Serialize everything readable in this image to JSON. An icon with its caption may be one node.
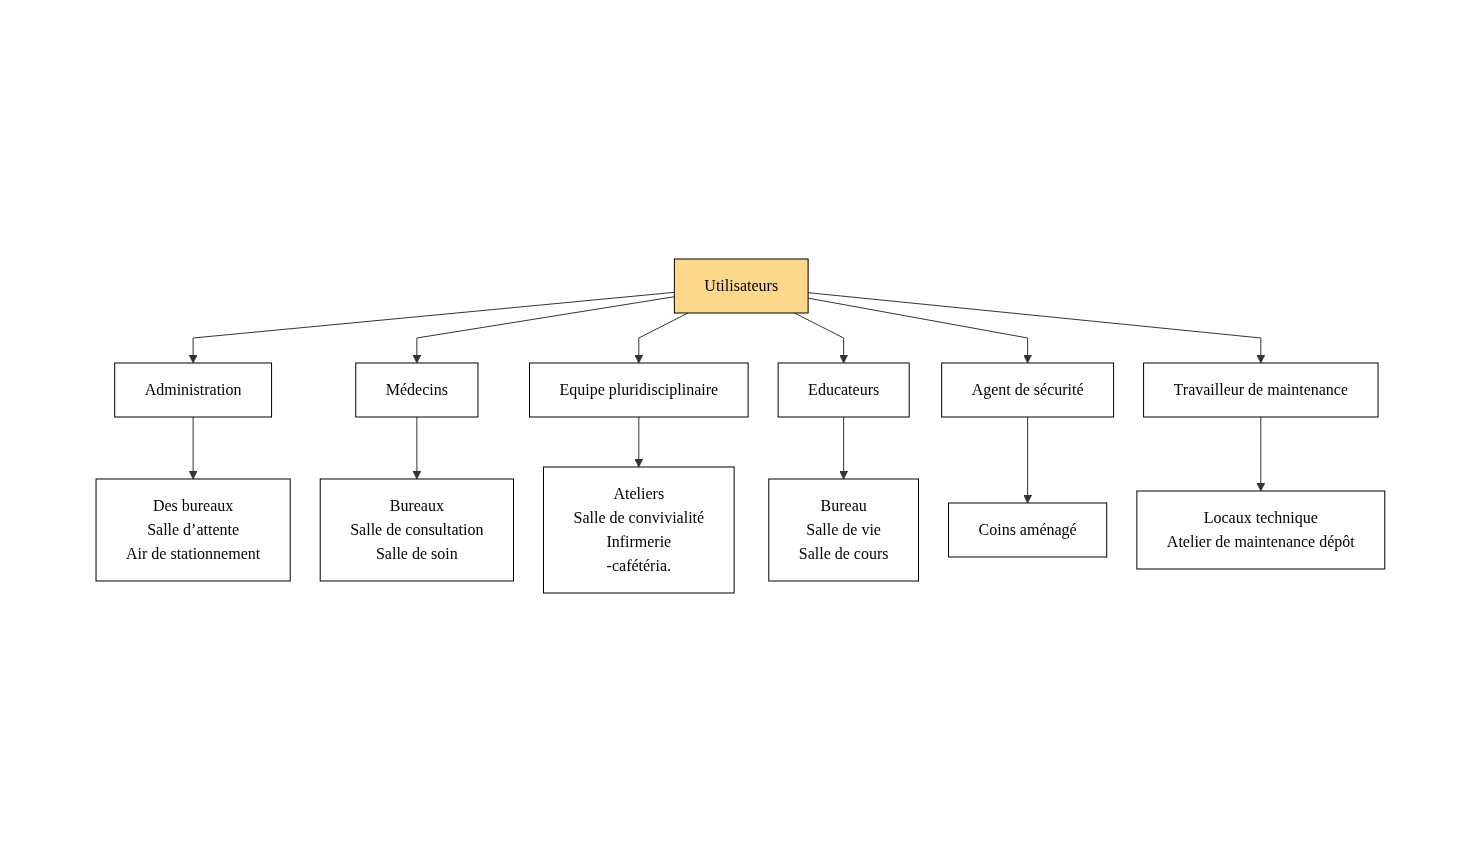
{
  "diagram": {
    "nodes": [
      {
        "text": [
          "Utilisateurs"
        ]
      },
      {
        "text": [
          "Administration"
        ]
      },
      {
        "text": [
          "Médecins"
        ]
      },
      {
        "text": [
          "Equipe pluridisciplinaire"
        ]
      },
      {
        "text": [
          "Educateurs"
        ]
      },
      {
        "text": [
          "Agent de sécurité"
        ]
      },
      {
        "text": [
          "Travailleur de maintenance"
        ]
      },
      {
        "text": [
          "Des bureaux",
          "Salle d’attente",
          "Air de stationnement"
        ]
      },
      {
        "text": [
          "Bureaux",
          "Salle de consultation",
          "Salle de soin"
        ]
      },
      {
        "text": [
          "Ateliers",
          "Salle de convivialité",
          "Infirmerie",
          "-cafétéria."
        ]
      },
      {
        "text": [
          "Bureau",
          "Salle de vie",
          "Salle de cours"
        ]
      },
      {
        "text": [
          "Coins aménagé"
        ]
      },
      {
        "text": [
          "Locaux technique",
          "Atelier de maintenance dépôt"
        ]
      }
    ],
    "edges": [
      {
        "from": 0,
        "to": 1,
        "arrow": "to"
      },
      {
        "from": 0,
        "to": 2,
        "arrow": "to"
      },
      {
        "from": 0,
        "to": 3,
        "arrow": "to"
      },
      {
        "from": 0,
        "to": 4,
        "arrow": "to"
      },
      {
        "from": 0,
        "to": 5,
        "arrow": "to"
      },
      {
        "from": 0,
        "to": 6,
        "arrow": "to"
      },
      {
        "from": 1,
        "to": 7,
        "arrow": "to"
      },
      {
        "from": 2,
        "to": 8,
        "arrow": "to"
      },
      {
        "from": 3,
        "to": 9,
        "arrow": "to"
      },
      {
        "from": 4,
        "to": 10,
        "arrow": "to"
      },
      {
        "from": 5,
        "to": 11,
        "arrow": "to"
      },
      {
        "from": 6,
        "to": 12,
        "arrow": "to"
      }
    ]
  }
}
